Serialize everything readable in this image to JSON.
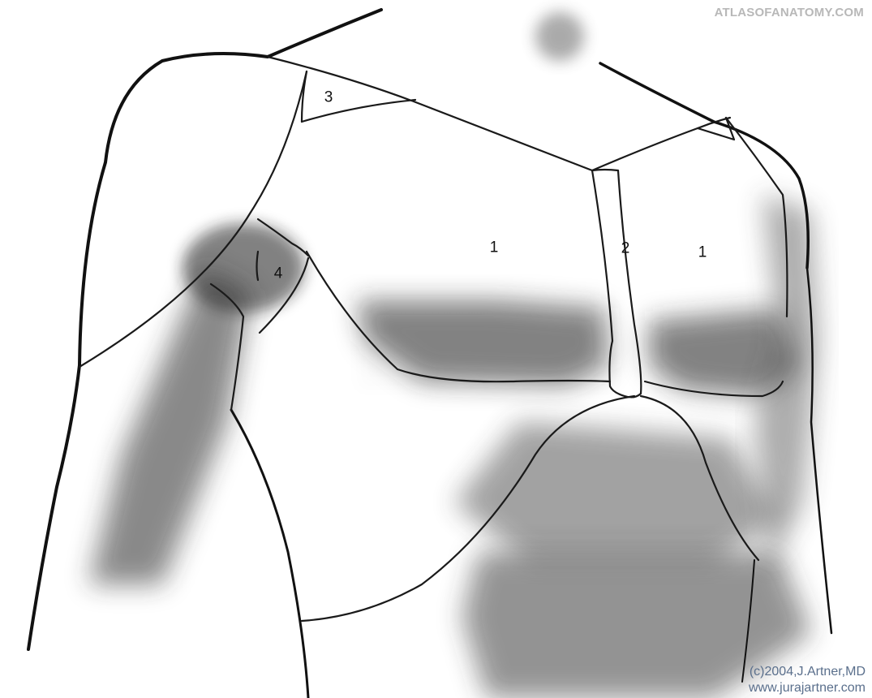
{
  "watermark": "ATLASOFANATOMY.COM",
  "copyright": {
    "line1": "(c)2004,J.Artner,MD",
    "line2": "www.jurajartner.com"
  },
  "regions": [
    {
      "key": "pectoral-right",
      "label": "1"
    },
    {
      "key": "pectoral-left",
      "label": "1"
    },
    {
      "key": "sternal",
      "label": "2"
    },
    {
      "key": "clavipectoral-triangle",
      "label": "3"
    },
    {
      "key": "axillary",
      "label": "4"
    }
  ]
}
